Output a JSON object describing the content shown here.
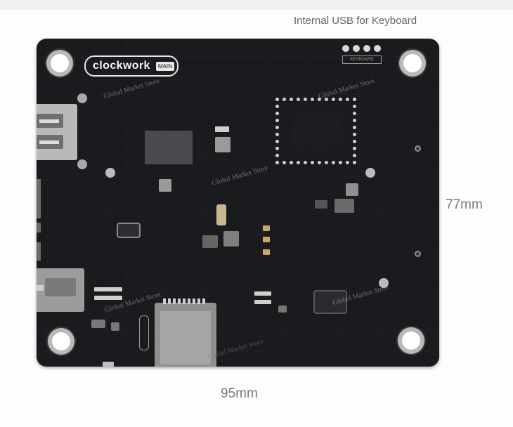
{
  "labels": {
    "usb_note": "Internal USB for Keyboard",
    "width": "95mm",
    "height": "77mm"
  },
  "board": {
    "brand": "clockwork",
    "tag": "MAIN",
    "keyboard_header_text": "KEYBOARD",
    "watermark": "Global Market Store"
  },
  "colors": {
    "pcb": "#17181b",
    "silkscreen": "#e6e6e6",
    "metal": "#a8a8a8",
    "label_text": "#7a7a7a"
  }
}
